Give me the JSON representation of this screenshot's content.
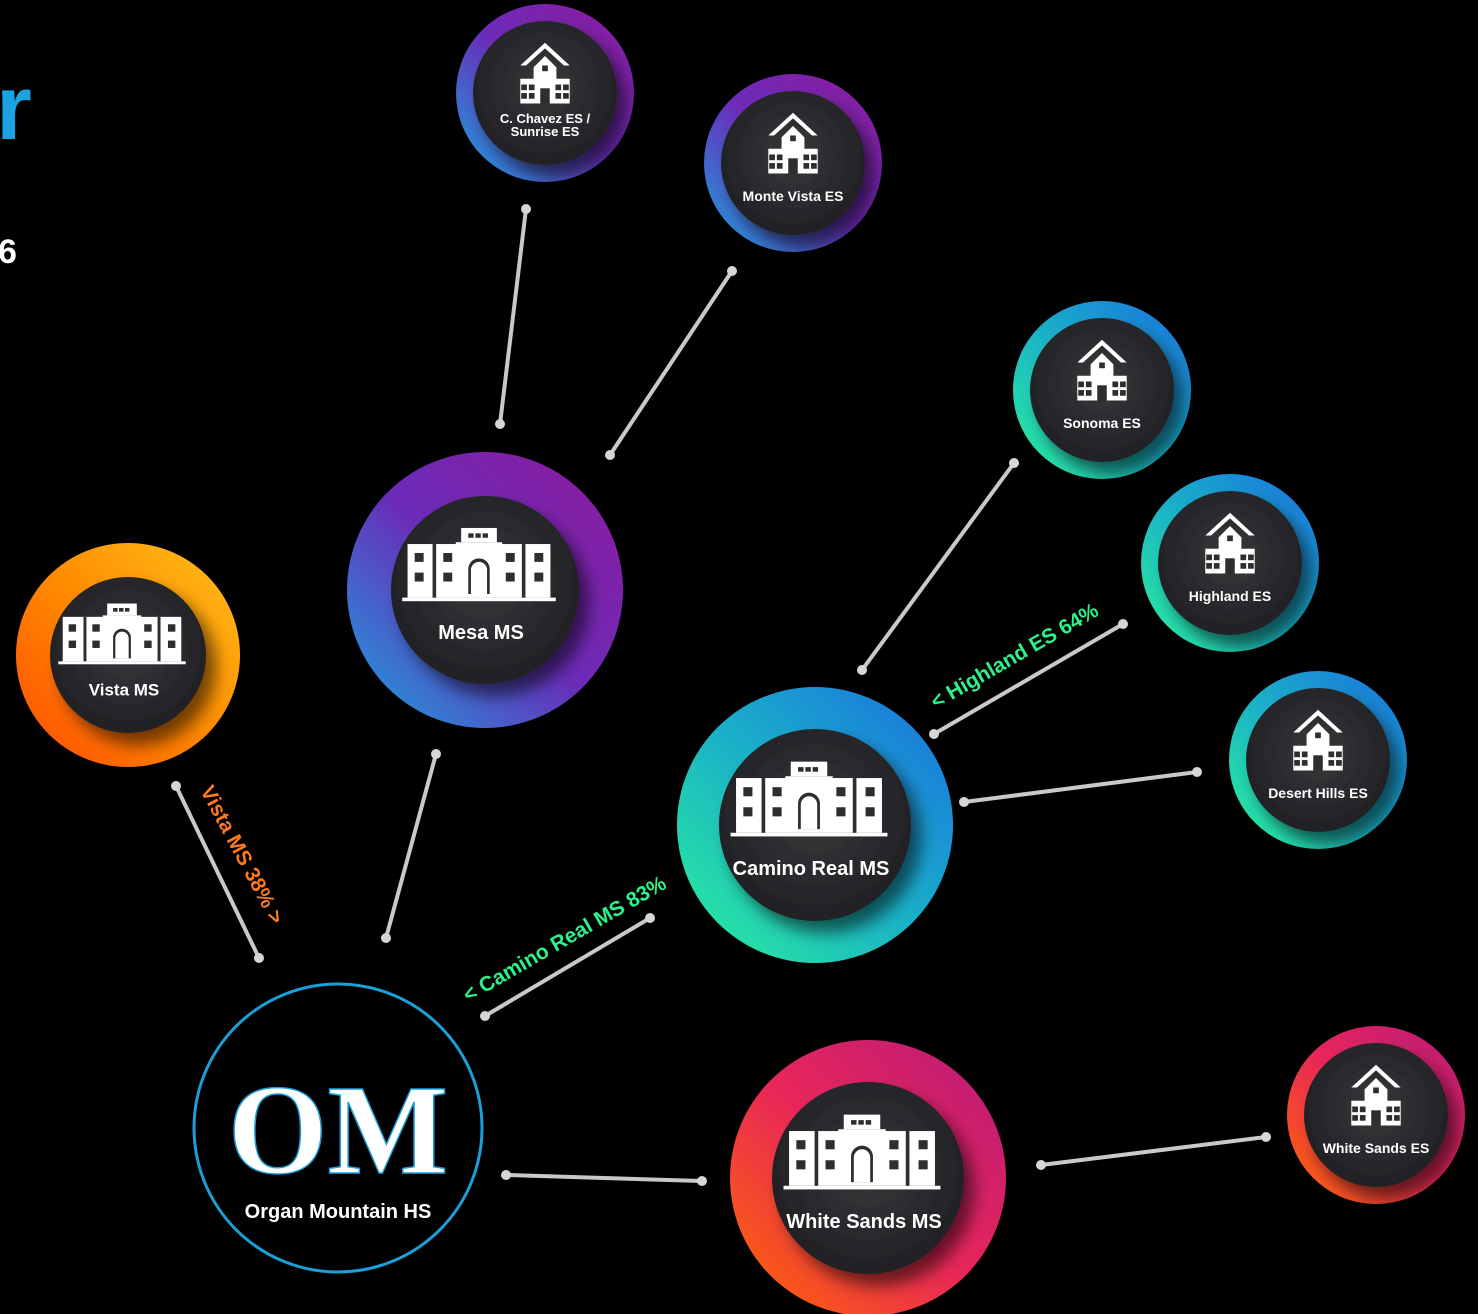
{
  "left_fragments": {
    "title": "r",
    "subtitle": "6"
  },
  "colors": {
    "background": "#000000",
    "node_inner": "#2e2e31",
    "blue_purple": [
      "#1aa3e0",
      "#6b2bb8",
      "#8e1a9c"
    ],
    "green_blue": [
      "#2bf29a",
      "#1ab0c8",
      "#1a6fe0"
    ],
    "orange": [
      "#ff4a00",
      "#ff8a00",
      "#ffc21a"
    ],
    "orange_magenta": [
      "#ff6a00",
      "#e8265a",
      "#b81a7a"
    ],
    "hs_ring": "#1a9fd8",
    "label_green": "#2bf28a",
    "label_orange": "#ff7a1a"
  },
  "nodes": [
    {
      "id": "chavez",
      "label_lines": [
        "C. Chavez ES /",
        "Sunrise ES"
      ],
      "type": "elementary",
      "theme": "blue_purple",
      "icon": "school-building-icon"
    },
    {
      "id": "montevista",
      "label_lines": [
        "Monte Vista ES"
      ],
      "type": "elementary",
      "theme": "blue_purple",
      "icon": "school-building-icon"
    },
    {
      "id": "mesa",
      "label_lines": [
        "Mesa MS"
      ],
      "type": "middle",
      "theme": "blue_purple",
      "icon": "school-building-icon"
    },
    {
      "id": "vista",
      "label_lines": [
        "Vista MS"
      ],
      "type": "middle",
      "theme": "orange",
      "icon": "school-building-icon"
    },
    {
      "id": "sonoma",
      "label_lines": [
        "Sonoma ES"
      ],
      "type": "elementary",
      "theme": "green_blue",
      "icon": "school-building-icon"
    },
    {
      "id": "highland",
      "label_lines": [
        "Highland ES"
      ],
      "type": "elementary",
      "theme": "green_blue",
      "icon": "school-building-icon"
    },
    {
      "id": "deserthills",
      "label_lines": [
        "Desert Hills ES"
      ],
      "type": "elementary",
      "theme": "green_blue",
      "icon": "school-building-icon"
    },
    {
      "id": "caminoreal",
      "label_lines": [
        "Camino Real MS"
      ],
      "type": "middle",
      "theme": "green_blue",
      "icon": "school-building-icon"
    },
    {
      "id": "organmountain",
      "label_lines": [
        "Organ Mountain HS"
      ],
      "type": "high",
      "theme": "hs",
      "icon": "om-knight-logo-icon",
      "logo_text": "OM"
    },
    {
      "id": "whitesandsms",
      "label_lines": [
        "White Sands MS"
      ],
      "type": "middle",
      "theme": "orange_magenta",
      "icon": "school-building-icon"
    },
    {
      "id": "whitesandses",
      "label_lines": [
        "White Sands ES"
      ],
      "type": "elementary",
      "theme": "orange_magenta",
      "icon": "school-building-icon"
    }
  ],
  "edges": [
    {
      "from": "chavez",
      "to": "mesa",
      "label": ""
    },
    {
      "from": "montevista",
      "to": "mesa",
      "label": ""
    },
    {
      "from": "mesa",
      "to": "organmountain",
      "label": ""
    },
    {
      "from": "vista",
      "to": "organmountain",
      "label": "Vista MS 38% >",
      "label_color": "label_orange"
    },
    {
      "from": "caminoreal",
      "to": "organmountain",
      "label": "< Camino Real MS 83%",
      "label_color": "label_green"
    },
    {
      "from": "sonoma",
      "to": "caminoreal",
      "label": ""
    },
    {
      "from": "highland",
      "to": "caminoreal",
      "label": "< Highland ES 64%",
      "label_color": "label_green"
    },
    {
      "from": "deserthills",
      "to": "caminoreal",
      "label": ""
    },
    {
      "from": "organmountain",
      "to": "whitesandsms",
      "label": ""
    },
    {
      "from": "whitesandses",
      "to": "whitesandsms",
      "label": ""
    }
  ]
}
